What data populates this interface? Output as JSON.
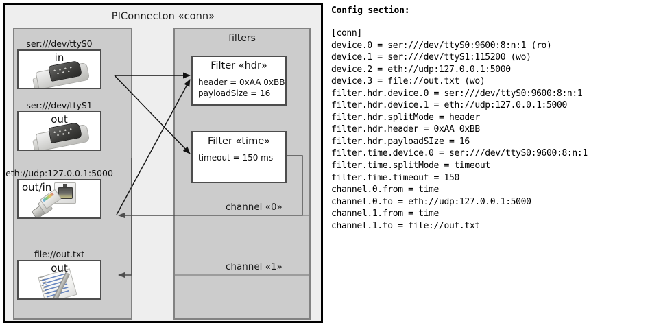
{
  "diagram": {
    "title": "PIConnecton «conn»",
    "devices_group": {
      "title": "",
      "items": [
        {
          "caption": "ser:///dev/ttyS0",
          "label": "in",
          "icon": "serial-connector-icon"
        },
        {
          "caption": "ser:///dev/ttyS1",
          "label": "out",
          "icon": "serial-connector-icon"
        },
        {
          "caption": "eth://udp:127.0.0.1:5000",
          "label": "out/in",
          "icon": "ethernet-connector-icon"
        },
        {
          "caption": "file://out.txt",
          "label": "out",
          "icon": "document-pencil-icon"
        }
      ]
    },
    "filters_group": {
      "title": "filters",
      "items": [
        {
          "name": "Filter «hdr»",
          "props": [
            "header = 0xAA 0xBB",
            "payloadSize = 16"
          ]
        },
        {
          "name": "Filter «time»",
          "props": [
            "timeout = 150 ms"
          ]
        }
      ]
    },
    "channels": [
      {
        "label": "channel «0»"
      },
      {
        "label": "channel «1»"
      }
    ]
  },
  "config": {
    "heading": "Config section:",
    "lines": [
      "[conn]",
      "device.0 = ser:///dev/ttyS0:9600:8:n:1 (ro)",
      "device.1 = ser:///dev/ttyS1:115200 (wo)",
      "device.2 = eth://udp:127.0.0.1:5000",
      "device.3 = file://out.txt (wo)",
      "filter.hdr.device.0 = ser:///dev/ttyS0:9600:8:n:1",
      "filter.hdr.device.1 = eth://udp:127.0.0.1:5000",
      "filter.hdr.splitMode = header",
      "filter.hdr.header = 0xAA 0xBB",
      "filter.hdr.payloadSIze = 16",
      "filter.time.device.0 = ser:///dev/ttyS0:9600:8:n:1",
      "filter.time.splitMode = timeout",
      "filter.time.timeout = 150",
      "channel.0.from = time",
      "channel.0.to = eth://udp:127.0.0.1:5000",
      "channel.1.from = time",
      "channel.1.to = file://out.txt"
    ]
  },
  "colors": {
    "outer_bg": "#eeeeee",
    "group_bg": "#cccccc",
    "tile_bg": "#ffffff",
    "border_dark": "#000000",
    "border_mid": "#4d4d4d",
    "border_gray": "#828282",
    "wire": "#4d4d4d"
  }
}
